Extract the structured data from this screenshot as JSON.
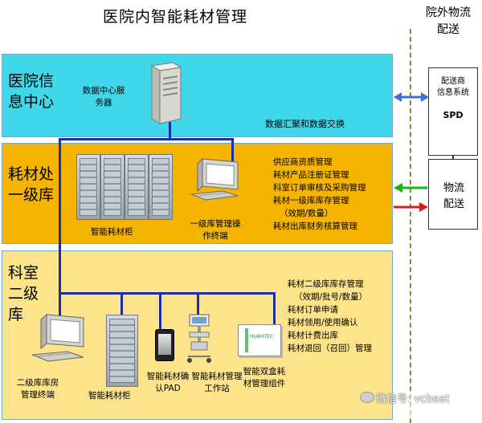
{
  "title": "医院内智能耗材管理",
  "side_title": "院外物流配送",
  "bands": {
    "info_center": {
      "label": "医院信息中心",
      "server_label": "数据中心服务器",
      "note": "数据汇聚和数据交换"
    },
    "warehouse": {
      "label": "耗材处一级库",
      "cabinet_label": "智能耗材柜",
      "terminal_label": "一级库管理操作终端",
      "functions": [
        "供应商资质管理",
        "耗材产品注册证管理",
        "科室订单审核及采购管理",
        "耗材一级库库存管理",
        "（效期/数量）",
        "耗材出库财务核算管理"
      ]
    },
    "department": {
      "label": "科室二级库",
      "functions": [
        "耗材二级库库存管理",
        "（效期/批号/数量）",
        "耗材订单申请",
        "耗材领用/使用确认",
        "耗材计费出库",
        "耗材退回（召回）管理"
      ],
      "devices": {
        "terminal": "二级库库房管理终端",
        "cabinet": "智能耗材柜",
        "pad": "智能耗材确认PAD",
        "workstation": "智能耗材管理工作站",
        "box": "智能双盒耗材管理组件"
      },
      "box_brand": "HUAHTEC"
    }
  },
  "external": {
    "supplier_box": {
      "line1": "配送商",
      "line2": "信息系统",
      "code": "SPD"
    },
    "logistics_box": {
      "label": "物流配送"
    }
  },
  "watermark": "微信号: vcbeat",
  "colors": {
    "band_info": "#3fd7e9",
    "band_warehouse": "#f4b400",
    "band_department": "#fde48a",
    "wire": "#1b2fa8",
    "arrow_exchange": "#3a6fd6",
    "arrow_in": "#18b418",
    "arrow_out": "#d61c1c"
  }
}
